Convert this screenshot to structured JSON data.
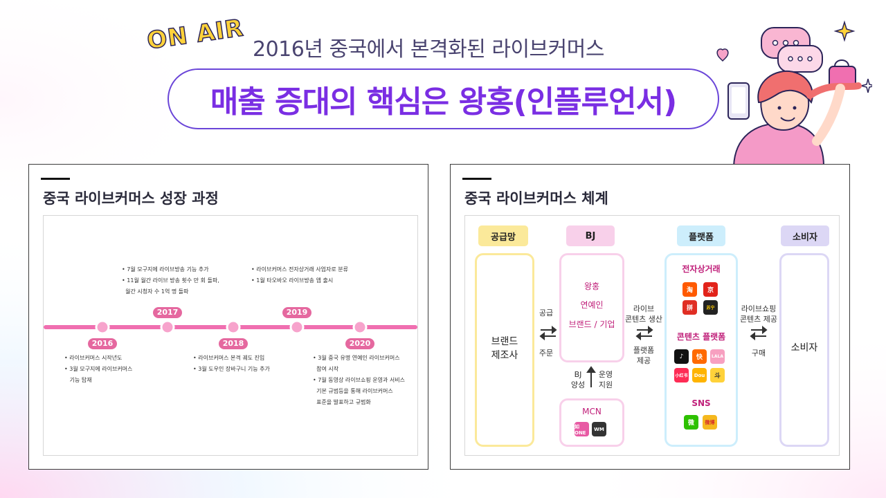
{
  "header": {
    "on_air": "ON AIR",
    "subtitle": "2016년 중국에서 본격화된 라이브커머스",
    "title": "매출 증대의 핵심은 왕홍(인플루언서)"
  },
  "left_panel": {
    "title": "중국 라이브커머스 성장 과정",
    "years": [
      {
        "label": "2016",
        "text": [
          "라이브커머스 시작년도",
          "3월 모구지에 라이브커머스",
          "기능 탑재"
        ]
      },
      {
        "label": "2017",
        "text": [
          "7월 모구지에 라이브방송 기능 추가",
          "11월 월간 라이브 방송 횟수 만 회 돌파,",
          "월간 시청자 수 1억 명 돌파"
        ]
      },
      {
        "label": "2018",
        "text": [
          "라이브커머스 본격 궤도 진입",
          "3월 도우인 장바구니 기능 추가"
        ]
      },
      {
        "label": "2019",
        "text": [
          "라이브커머스 전자상거래 사업자로 분류",
          "1월 타오바오 라이브방송 앱 출시"
        ]
      },
      {
        "label": "2020",
        "text": [
          "3월 중국 유명 연예인 라이브커머스",
          "참여 시작",
          "7월 동영상 라이브쇼핑 운영과 서비스",
          "기본 규범등을 통해  라이브커머스",
          "표준을 발표하고 규범화"
        ]
      }
    ]
  },
  "right_panel": {
    "title": "중국 라이브커머스 체계",
    "columns": [
      "공급망",
      "BJ",
      "플랫폼",
      "소비자"
    ],
    "supply_box": "브랜드\n제조사",
    "bj_box": [
      "왕홍",
      "연예인",
      "브랜드 / 기업"
    ],
    "mcn": "MCN",
    "platform_sections": [
      "전자상거래",
      "콘텐츠 플랫폼",
      "SNS"
    ],
    "consumer_box": "소비자",
    "flows": {
      "supply_top": "공급",
      "supply_bottom": "주문",
      "bj_top": "라이브\n콘텐츠 생산",
      "bj_bottom": "플랫폼\n제공",
      "consumer_top": "라이브쇼핑\n콘텐츠 제공",
      "consumer_bottom": "구매",
      "mcn_left": "BJ\n양성",
      "mcn_right": "운영\n지원"
    },
    "icons": {
      "ecommerce": [
        "淘",
        "京",
        "拼",
        "苏宁"
      ],
      "content": [
        "♪",
        "快",
        "LALA",
        "小红书",
        "Dou",
        "斗"
      ],
      "sns": [
        "微",
        "微博"
      ],
      "mcn": [
        "如ONE",
        "WM"
      ]
    }
  },
  "colors": {
    "timeline": "#f06fb0",
    "year_badge": "#e5689f",
    "title_purple": "#7a2ee3",
    "supply_head": "#fbe99a",
    "bj_head": "#f8d0ea",
    "platform_head": "#cdeefc",
    "consumer_head": "#dcd7f5"
  }
}
